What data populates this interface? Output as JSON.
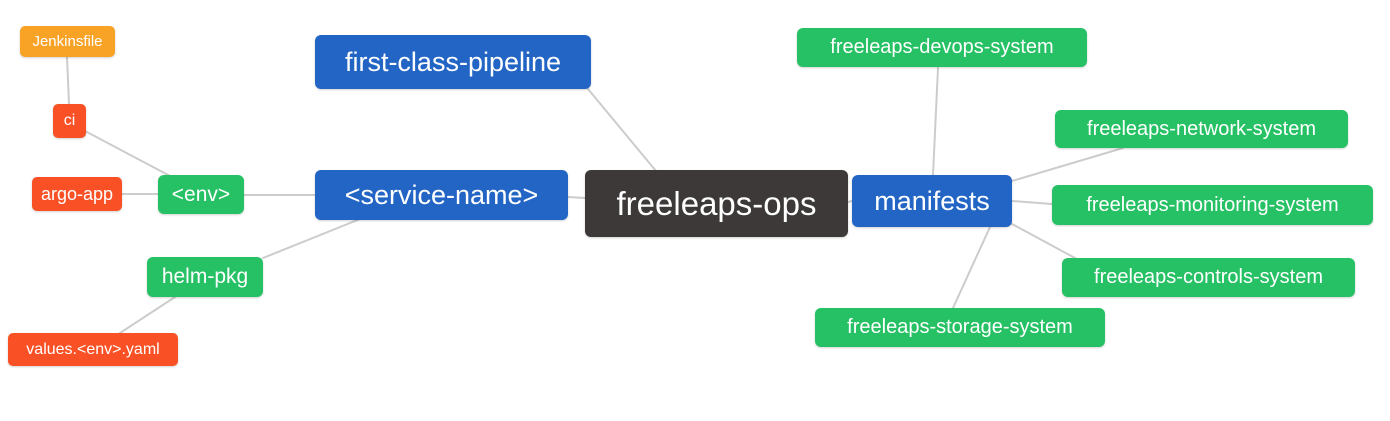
{
  "diagram": {
    "title": "freeleaps-ops mind map",
    "colors": {
      "root_bg": "#3c3938",
      "branch_blue": "#2265c4",
      "node_green": "#26c164",
      "leaf_red": "#f95125",
      "leaf_orange": "#f9a326",
      "edge_gray": "#cccccc",
      "text": "#ffffff",
      "canvas_bg": "#ffffff"
    },
    "nodes": {
      "root": {
        "label": "freeleaps-ops",
        "color": "#3c3938"
      },
      "first_class_pipeline": {
        "label": "first-class-pipeline",
        "color": "#2265c4"
      },
      "service_name": {
        "label": "<service-name>",
        "color": "#2265c4"
      },
      "manifests": {
        "label": "manifests",
        "color": "#2265c4"
      },
      "env": {
        "label": "<env>",
        "color": "#26c164"
      },
      "helm_pkg": {
        "label": "helm-pkg",
        "color": "#26c164"
      },
      "ci": {
        "label": "ci",
        "color": "#f95125"
      },
      "argo_app": {
        "label": "argo-app",
        "color": "#f95125"
      },
      "values_env_yaml": {
        "label": "values.<env>.yaml",
        "color": "#f95125"
      },
      "jenkinsfile": {
        "label": "Jenkinsfile",
        "color": "#f9a326"
      },
      "devops_system": {
        "label": "freeleaps-devops-system",
        "color": "#26c164"
      },
      "network_system": {
        "label": "freeleaps-network-system",
        "color": "#26c164"
      },
      "monitoring_system": {
        "label": "freeleaps-monitoring-system",
        "color": "#26c164"
      },
      "controls_system": {
        "label": "freeleaps-controls-system",
        "color": "#26c164"
      },
      "storage_system": {
        "label": "freeleaps-storage-system",
        "color": "#26c164"
      }
    },
    "edges": [
      {
        "from": "jenkinsfile",
        "to": "ci"
      },
      {
        "from": "ci",
        "to": "env"
      },
      {
        "from": "argo_app",
        "to": "env"
      },
      {
        "from": "env",
        "to": "service_name"
      },
      {
        "from": "helm_pkg",
        "to": "service_name"
      },
      {
        "from": "values_env_yaml",
        "to": "helm_pkg"
      },
      {
        "from": "first_class_pipeline",
        "to": "root"
      },
      {
        "from": "service_name",
        "to": "root"
      },
      {
        "from": "root",
        "to": "manifests"
      },
      {
        "from": "manifests",
        "to": "devops_system"
      },
      {
        "from": "manifests",
        "to": "network_system"
      },
      {
        "from": "manifests",
        "to": "monitoring_system"
      },
      {
        "from": "manifests",
        "to": "controls_system"
      },
      {
        "from": "manifests",
        "to": "storage_system"
      }
    ]
  }
}
